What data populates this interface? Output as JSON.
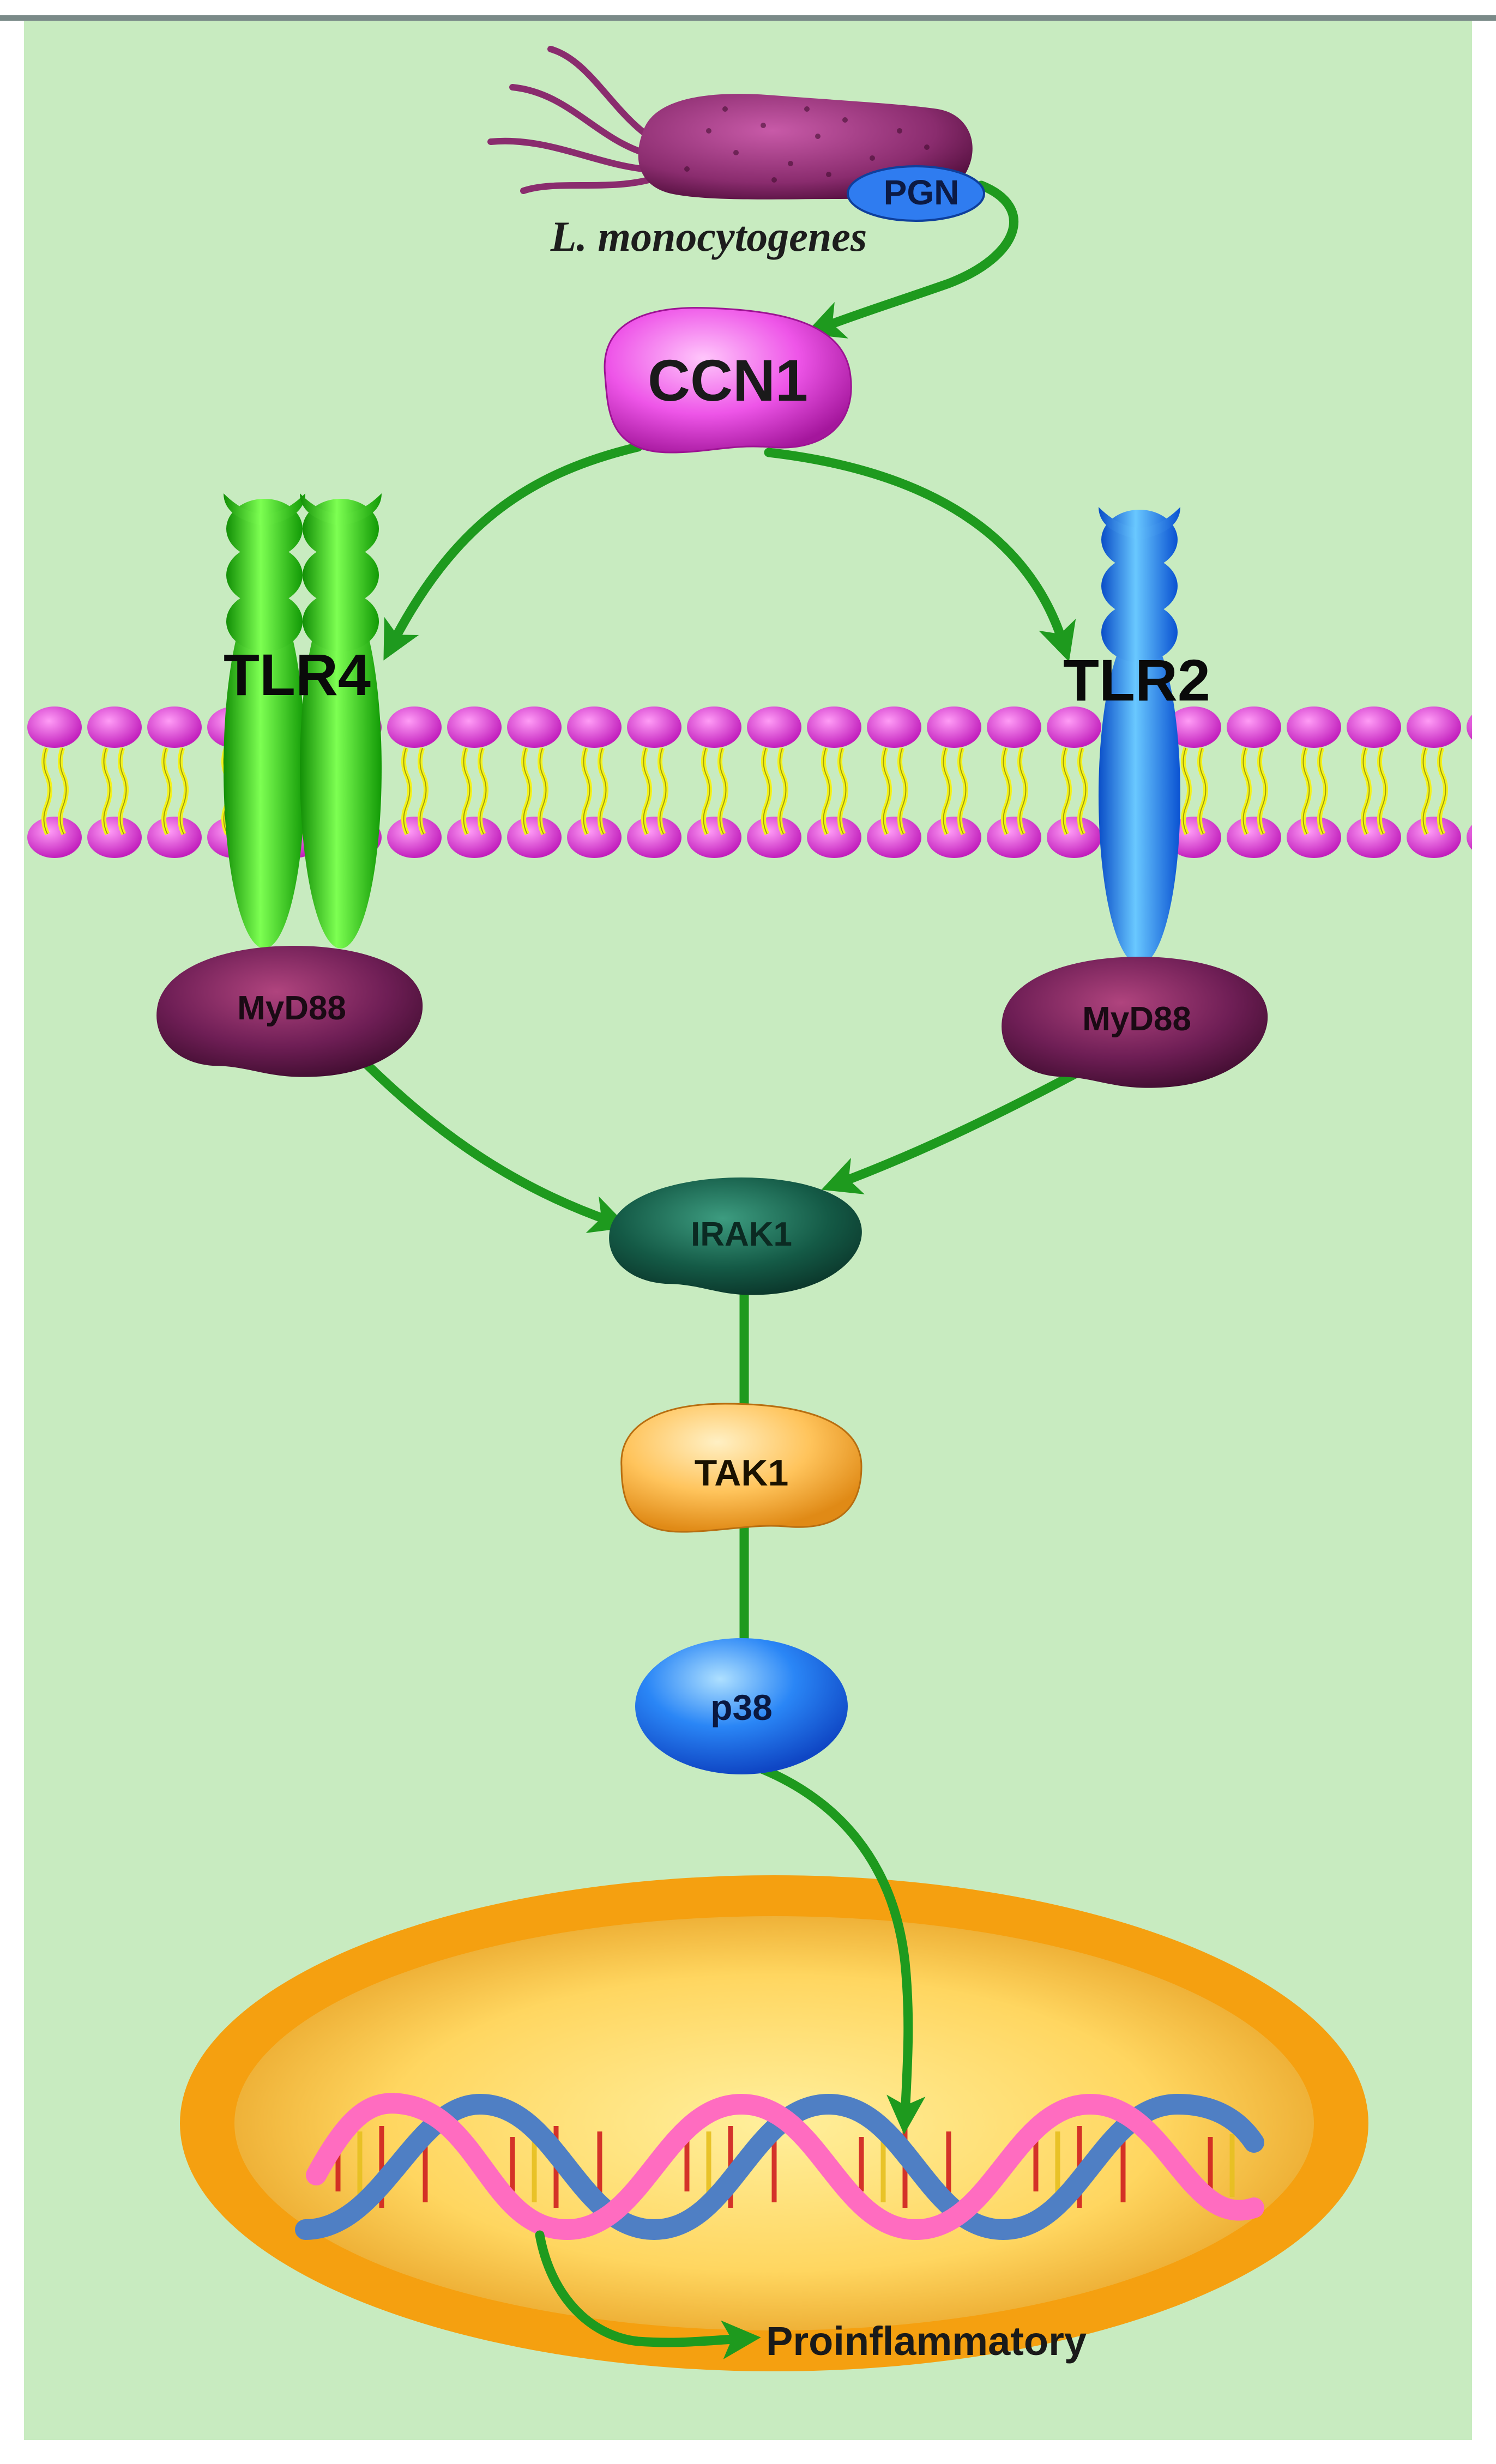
{
  "labels": {
    "pgn": "PGN",
    "bacterium": "L. monocytogenes",
    "ccn1": "CCN1",
    "tlr4": "TLR4",
    "tlr2": "TLR2",
    "myd88_left": "MyD88",
    "myd88_right": "MyD88",
    "irak1": "IRAK1",
    "tak1": "TAK1",
    "p38": "p38",
    "output": "Proinflammatory"
  },
  "colors": {
    "background": "#c8ebc0",
    "arrow": "#1e9a1e",
    "ccn1": "#ee55e8",
    "tlr4": "#33dd11",
    "tlr2": "#1a88ff",
    "myd88": "#6e1e55",
    "irak1": "#145a46",
    "tak1": "#ffb43c",
    "p38": "#1a6cf0",
    "nucleus_outer": "#f5a010",
    "membrane_head": "#d83ad8",
    "membrane_tail": "#ffff2a",
    "bacterium": "#8a2c6e",
    "pgn": "#2f7cf0"
  }
}
